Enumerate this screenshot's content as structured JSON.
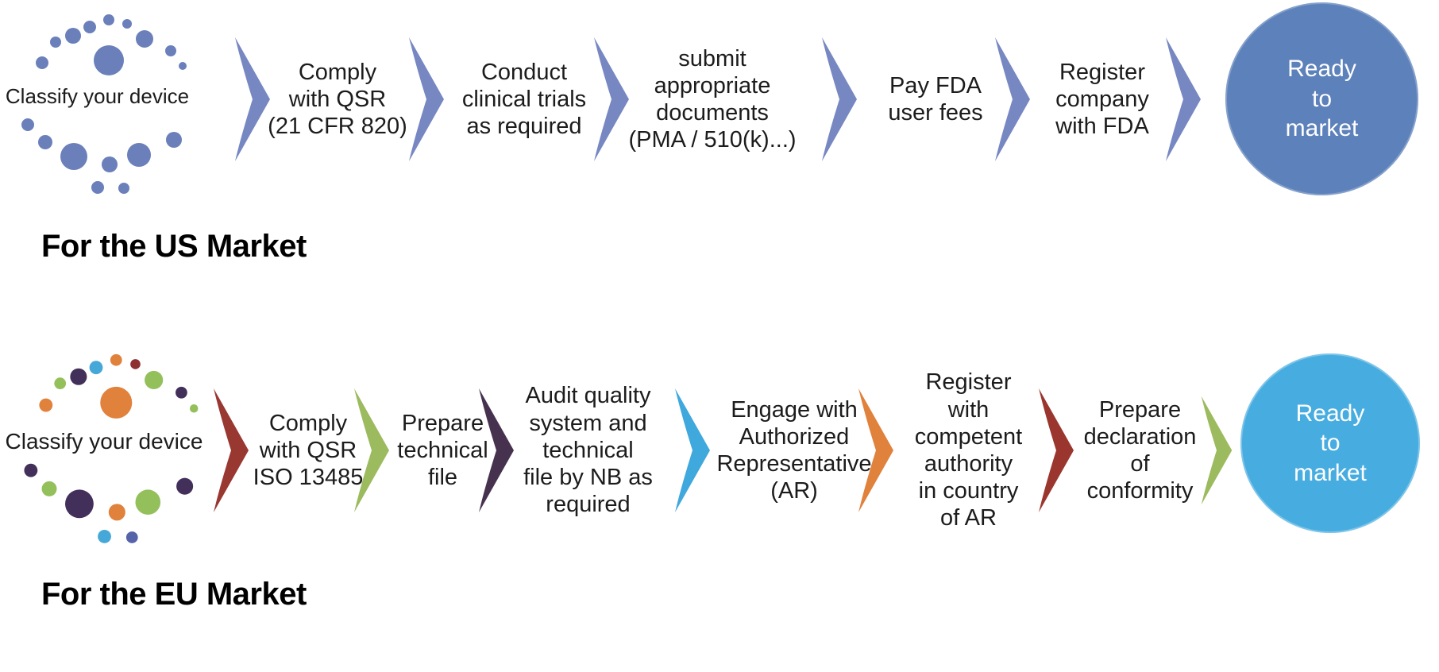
{
  "page": {
    "background": "#ffffff"
  },
  "us": {
    "heading": "For the US Market",
    "start_label": "Classify your device",
    "steps": [
      "Comply\nwith QSR\n(21 CFR 820)",
      "Conduct\nclinical trials\nas required",
      "submit\nappropriate\ndocuments\n(PMA / 510(k)...)",
      "Pay FDA\nuser fees",
      "Register\ncompany\nwith FDA"
    ],
    "end_label": "Ready\nto\nmarket",
    "chevron_color": "#7687c2",
    "circle_color": "#5d81ba",
    "circle_text_color": "#ffffff",
    "dot_palette": [
      "#6b80bb"
    ]
  },
  "eu": {
    "heading": "For the EU Market",
    "start_label": "Classify your device",
    "steps": [
      "Comply\nwith QSR\nISO 13485",
      "Prepare\ntechnical\nfile",
      "Audit quality\nsystem and\ntechnical\nfile by NB as\nrequired",
      "Engage with\nAuthorized\nRepresentative\n(AR)",
      "Register\nwith\ncompetent\nauthority\nin country\nof AR",
      "Prepare\ndeclaration\nof\nconformity"
    ],
    "end_label": "Ready\nto\nmarket",
    "chevron_colors": [
      "#993731",
      "#9cba5e",
      "#46324f",
      "#3fa8dc",
      "#e0813c",
      "#9a362e",
      "#9cba5e"
    ],
    "circle_color": "#47ace0",
    "circle_text_color": "#ffffff",
    "dot_palette": [
      "#e0813c",
      "#8e3031",
      "#45a8d8",
      "#43305a",
      "#94c05c",
      "#5563a8"
    ]
  }
}
